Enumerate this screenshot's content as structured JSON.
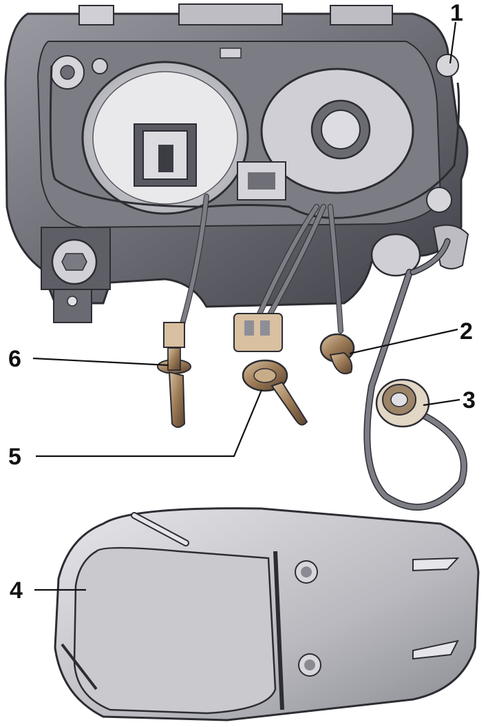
{
  "callouts": [
    {
      "id": "1",
      "label": "1"
    },
    {
      "id": "2",
      "label": "2"
    },
    {
      "id": "3",
      "label": "3"
    },
    {
      "id": "4",
      "label": "4"
    },
    {
      "id": "5",
      "label": "5"
    },
    {
      "id": "6",
      "label": "6"
    }
  ],
  "colors": {
    "housing_dark": "#4a4a52",
    "housing_mid": "#8e8e96",
    "housing_light": "#c9c9cf",
    "cover_light": "#d8d8dc",
    "bulb_base": "#8a6a48",
    "wire": "#7d7d85"
  }
}
